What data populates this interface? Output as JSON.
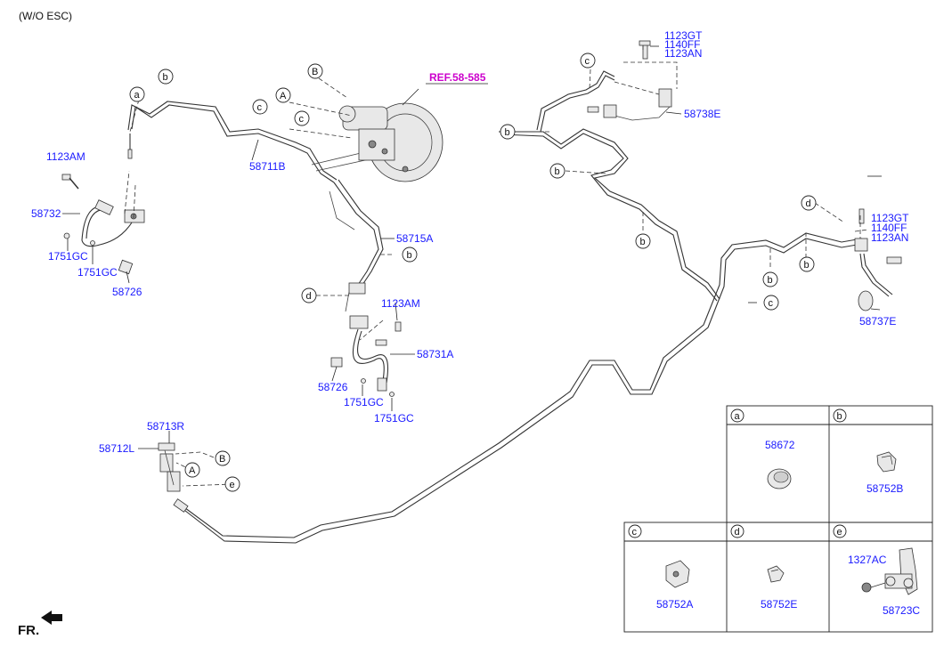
{
  "header": {
    "variant": "(W/O ESC)"
  },
  "reference": {
    "label": "REF.58-585"
  },
  "footer": {
    "front_label": "FR."
  },
  "callouts": {
    "a": "a",
    "b": "b",
    "c": "c",
    "d": "d",
    "e": "e",
    "A": "A",
    "B": "B"
  },
  "parts": {
    "p1123AM_left": "1123AM",
    "p58732": "58732",
    "p1751GC_l1": "1751GC",
    "p1751GC_l2": "1751GC",
    "p58726_left": "58726",
    "p58711B": "58711B",
    "p58715A": "58715A",
    "p1123AM_mid": "1123AM",
    "p58731A": "58731A",
    "p58726_mid": "58726",
    "p1751GC_m1": "1751GC",
    "p1751GC_m2": "1751GC",
    "p58713R": "58713R",
    "p58712L": "58712L",
    "p1123GT_top": "1123GT",
    "p1140FF_top": "1140FF",
    "p1123AN_top": "1123AN",
    "p58738E": "58738E",
    "p1123GT_right": "1123GT",
    "p1140FF_right": "1140FF",
    "p1123AN_right": "1123AN",
    "p58737E": "58737E"
  },
  "legend_table": {
    "cells": [
      {
        "key": "a",
        "part": "58672"
      },
      {
        "key": "b",
        "part": "58752B"
      },
      {
        "key": "c",
        "part": "58752A"
      },
      {
        "key": "d",
        "part": "58752E"
      },
      {
        "key": "e",
        "part": "58723C",
        "extra": "1327AC"
      }
    ]
  }
}
